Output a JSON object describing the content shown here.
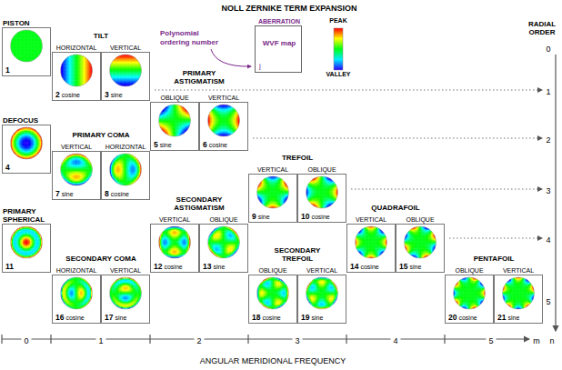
{
  "diagram": {
    "title": "NOLL ZERNIKE TERM EXPANSION",
    "nodes": [
      {
        "text": [
          "PISTON",
          "1"
        ]
      },
      {
        "text": [
          "ABERRATION",
          "WVF map",
          "j"
        ]
      },
      {
        "text": [
          "HORIZONTAL",
          "2",
          "cosine"
        ]
      },
      {
        "text": [
          "VERTICAL",
          "3",
          "sine"
        ]
      },
      {
        "text": [
          "DEFOCUS",
          "4"
        ]
      },
      {
        "text": [
          "OBLIQUE",
          "5",
          "sine"
        ]
      },
      {
        "text": [
          "VERTICAL",
          "6",
          "cosine"
        ]
      },
      {
        "text": [
          "VERTICAL",
          "7",
          "sine"
        ]
      },
      {
        "text": [
          "HORIZONTAL",
          "8",
          "cosine"
        ]
      },
      {
        "text": [
          "VERTICAL",
          "9",
          "sine"
        ]
      },
      {
        "text": [
          "OBLIQUE",
          "10",
          "cosine"
        ]
      },
      {
        "text": [
          "PRIMARY SPHERICAL",
          "11"
        ]
      },
      {
        "text": [
          "VERTICAL",
          "12",
          "cosine"
        ]
      },
      {
        "text": [
          "OBLIQUE",
          "13",
          "sine"
        ]
      },
      {
        "text": [
          "VERTICAL",
          "14",
          "cosine"
        ]
      },
      {
        "text": [
          "OBLIQUE",
          "15",
          "sine"
        ]
      },
      {
        "text": [
          "HORIZONTAL",
          "16",
          "cosine"
        ]
      },
      {
        "text": [
          "VERTICAL",
          "17",
          "sine"
        ]
      },
      {
        "text": [
          "OBLIQUE",
          "18",
          "cosine"
        ]
      },
      {
        "text": [
          "VERTICAL",
          "19",
          "sine"
        ]
      },
      {
        "text": [
          "OBLIQUE",
          "20",
          "cosine"
        ]
      },
      {
        "text": [
          "VERTICAL",
          "21",
          "sine"
        ]
      }
    ],
    "labels": [
      "TILT",
      "PRIMARY ASTIGMATISM",
      "PRIMARY COMA",
      "TREFOIL",
      "SECONDARY ASTIGMATISM",
      "QUADRAFOIL",
      "SECONDARY COMA",
      "SECONDARY TREFOIL",
      "PENTAFOIL",
      "Polynomial ordering number",
      "PEAK",
      "VALLEY",
      "RADIAL ORDER",
      "0",
      "1",
      "2",
      "3",
      "4",
      "5",
      "0",
      "1",
      "2",
      "3",
      "4",
      "5",
      "m",
      "n",
      "ANGULAR MERIDIONAL FREQUENCY"
    ]
  }
}
